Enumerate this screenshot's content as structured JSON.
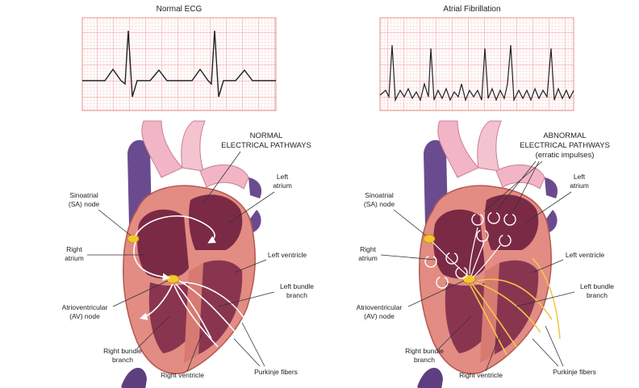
{
  "ecg": {
    "left_title": "Normal ECG",
    "right_title": "Atrial Fibrillation"
  },
  "left_heart": {
    "header_line1": "NORMAL",
    "header_line2": "ELECTRICAL PATHWAYS",
    "sa_node_line1": "Sinoatrial",
    "sa_node_line2": "(SA) node",
    "right_atrium_line1": "Right",
    "right_atrium_line2": "atrium",
    "av_node_line1": "Atrioventricular",
    "av_node_line2": "(AV) node",
    "right_bundle_line1": "Right bundle",
    "right_bundle_line2": "branch",
    "right_ventricle": "Right ventricle",
    "left_atrium_line1": "Left",
    "left_atrium_line2": "atrium",
    "left_ventricle": "Left ventricle",
    "left_bundle_line1": "Left bundle",
    "left_bundle_line2": "branch",
    "purkinje": "Purkinje fibers"
  },
  "right_heart": {
    "header_line1": "ABNORMAL",
    "header_line2": "ELECTRICAL PATHWAYS",
    "header_line3": "(erratic impulses)",
    "sa_node_line1": "Sinoatrial",
    "sa_node_line2": "(SA) node",
    "right_atrium_line1": "Right",
    "right_atrium_line2": "atrium",
    "av_node_line1": "Atrioventricular",
    "av_node_line2": "(AV) node",
    "right_bundle_line1": "Right bundle",
    "right_bundle_line2": "branch",
    "right_ventricle": "Right ventricle",
    "left_atrium_line1": "Left",
    "left_atrium_line2": "atrium",
    "left_ventricle": "Left ventricle",
    "left_bundle_line1": "Left bundle",
    "left_bundle_line2": "branch",
    "purkinje": "Purkinje fibers"
  },
  "colors": {
    "ecg_paper": "#f9d9d7",
    "ecg_grid": "#ee9e9a",
    "trace": "#222222",
    "muscle": "#e28c83",
    "chamber": "#7b2a46",
    "vessel_pink": "#f2b5c5",
    "vein_purple": "#6a4b8f",
    "node": "#f5c52e",
    "pathway_yellow": "#f2c84a"
  }
}
